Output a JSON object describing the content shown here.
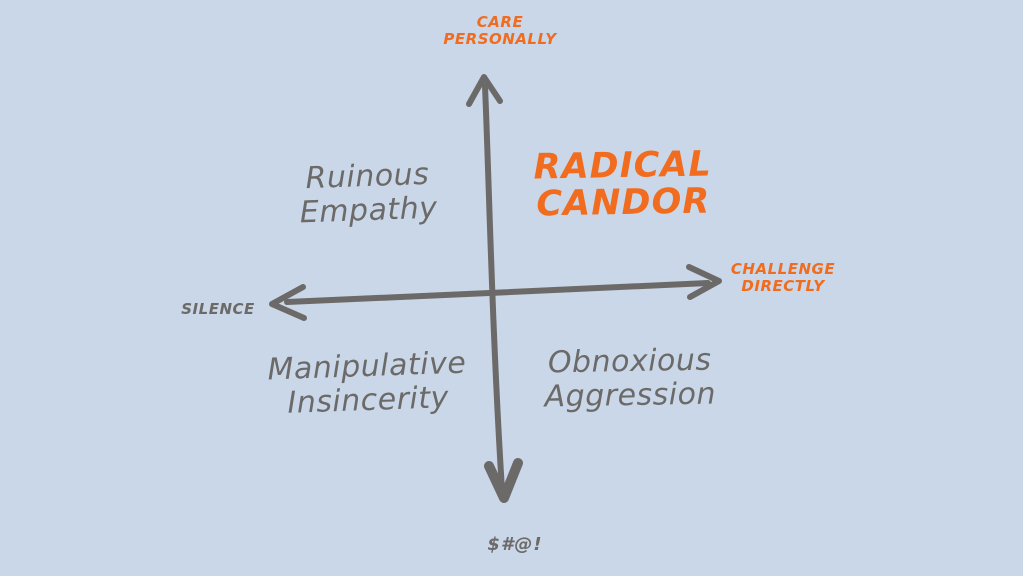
{
  "diagram": {
    "title": "Radical Candor 2x2 framework",
    "colors": {
      "background": "#c9d7e8",
      "accent_orange": "#f16c1e",
      "ink_gray": "#6c6a68"
    },
    "axes": {
      "top": {
        "line1": "CARE",
        "line2": "PERSONALLY"
      },
      "right": {
        "line1": "CHALLENGE",
        "line2": "DIRECTLY"
      },
      "left": {
        "label": "SILENCE"
      },
      "bottom": {
        "label": "$#@!"
      }
    },
    "quadrants": {
      "top_left": {
        "line1": "Ruinous",
        "line2": "Empathy"
      },
      "top_right": {
        "line1": "RADICAL",
        "line2": "CANDOR"
      },
      "bottom_left": {
        "line1": "Manipulative",
        "line2": "Insincerity"
      },
      "bottom_right": {
        "line1": "Obnoxious",
        "line2": "Aggression"
      }
    }
  }
}
